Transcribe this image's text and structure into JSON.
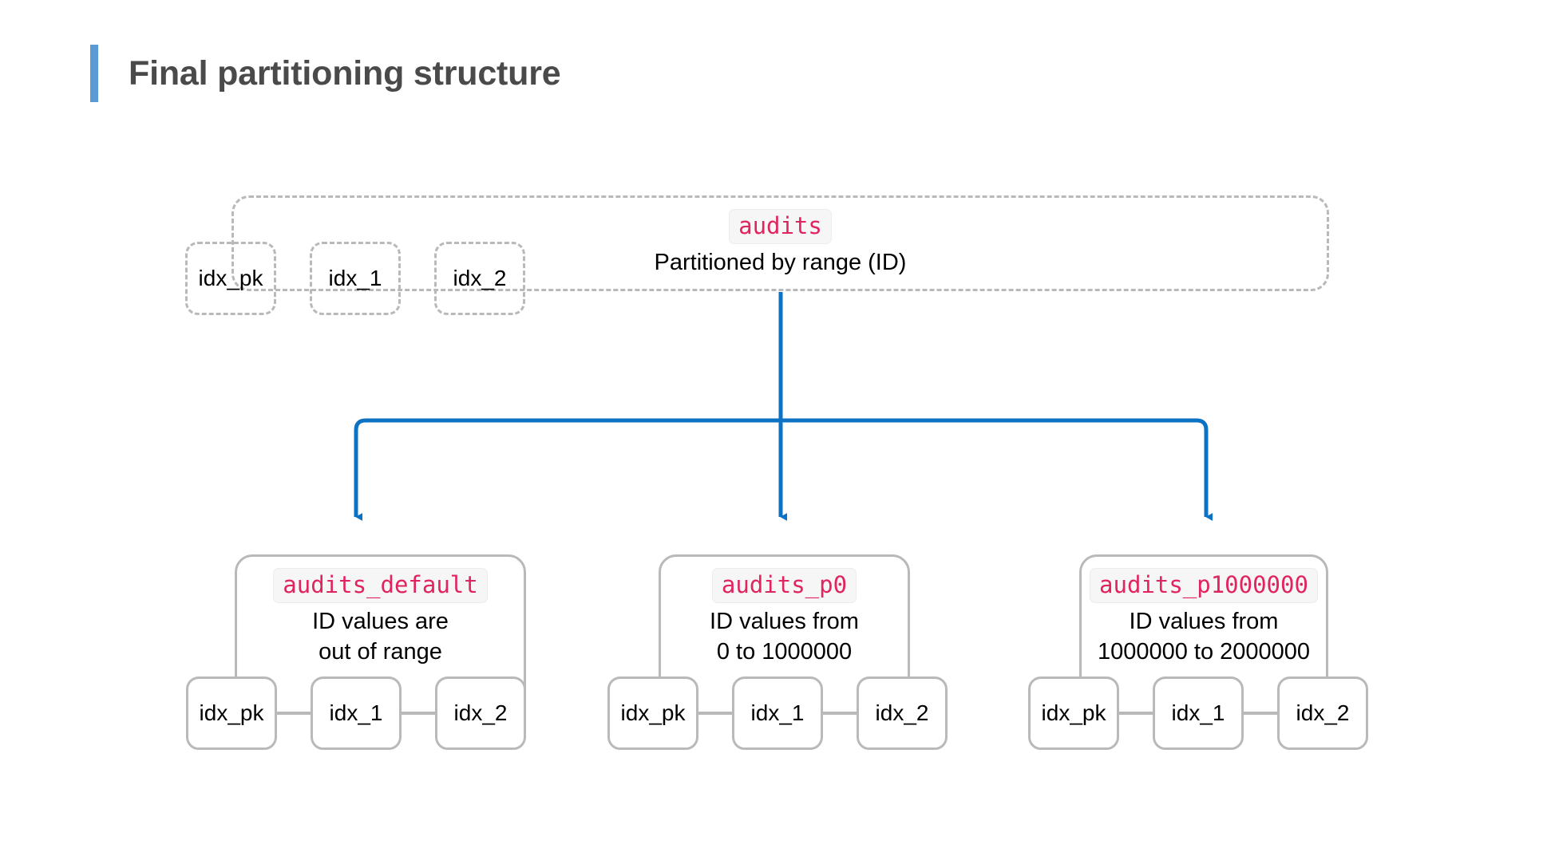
{
  "page": {
    "title": "Final partitioning structure",
    "accent_color": "#5b9bd5",
    "background": "#ffffff"
  },
  "theme": {
    "code_text_color": "#e0245e",
    "code_chip_bg": "#f6f6f7",
    "node_border_color": "#b9b9b9",
    "connector_color": "#0c72c4",
    "text_color": "#000000"
  },
  "diagram": {
    "type": "tree",
    "parent": {
      "name": "audits-parent-table",
      "code_label": "audits",
      "description": "Partitioned by range (ID)",
      "border_style": "dashed",
      "indexes": [
        {
          "label": "idx_pk"
        },
        {
          "label": "idx_1"
        },
        {
          "label": "idx_2"
        }
      ]
    },
    "partitions": [
      {
        "name": "audits-default-partition",
        "code_label": "audits_default",
        "desc_line_1": "ID values are",
        "desc_line_2": "out of range",
        "border_style": "solid",
        "indexes": [
          {
            "label": "idx_pk"
          },
          {
            "label": "idx_1"
          },
          {
            "label": "idx_2"
          }
        ]
      },
      {
        "name": "audits-p0-partition",
        "code_label": "audits_p0",
        "desc_line_1": "ID values from",
        "desc_line_2": "0 to 1000000",
        "border_style": "solid",
        "indexes": [
          {
            "label": "idx_pk"
          },
          {
            "label": "idx_1"
          },
          {
            "label": "idx_2"
          }
        ]
      },
      {
        "name": "audits-p1000000-partition",
        "code_label": "audits_p1000000",
        "desc_line_1": "ID values from",
        "desc_line_2": "1000000 to 2000000",
        "border_style": "solid",
        "indexes": [
          {
            "label": "idx_pk"
          },
          {
            "label": "idx_1"
          },
          {
            "label": "idx_2"
          }
        ]
      }
    ]
  }
}
